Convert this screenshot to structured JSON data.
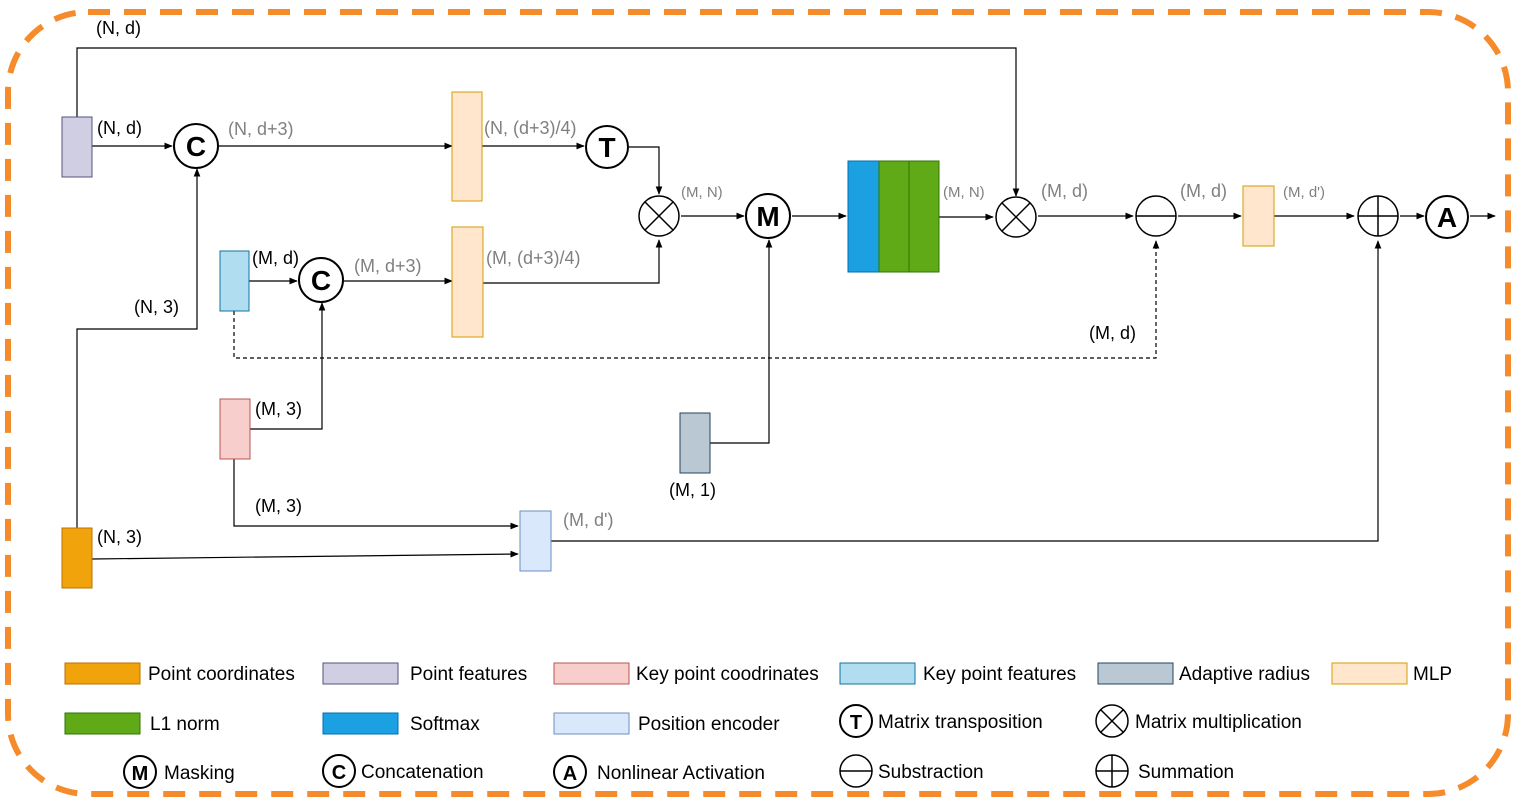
{
  "labels": {
    "nd_top": "(N, d)",
    "nd_in": "(N, d)",
    "nd3": "(N, d+3)",
    "nd34": "(N, (d+3)/4)",
    "md_in": "(M, d)",
    "md3": "(M, d+3)",
    "md34": "(M, (d+3)/4)",
    "mn1": "(M, N)",
    "mn2": "(M, N)",
    "md_a": "(M, d)",
    "md_b": "(M, d)",
    "mdp_a": "(M, d')",
    "md_dash": "(M, d)",
    "n3_a": "(N, 3)",
    "m3_a": "(M, 3)",
    "m3_b": "(M, 3)",
    "m1": "(M, 1)",
    "n3_b": "(N, 3)",
    "mdp_b": "(M, d')"
  },
  "ops": {
    "concat": "C",
    "transpose": "T",
    "mask": "M",
    "activation": "A"
  },
  "colors": {
    "point_coordinates": "#f0a30a",
    "point_features": "#d0cee2",
    "key_point_coordinates": "#f8cecc",
    "key_point_features": "#b1ddf0",
    "adaptive_radius": "#bac8d3",
    "mlp": "#ffe6cc",
    "l1_norm": "#60a917",
    "softmax": "#1ba1e2",
    "position_encoder": "#dae8fc",
    "border": "#f58b2a"
  },
  "legend": {
    "point_coordinates": "Point coordinates",
    "point_features": "Point features",
    "key_point_coordinates": "Key point coodrinates",
    "key_point_features": "Key point features",
    "adaptive_radius": "Adaptive radius",
    "mlp": "MLP",
    "l1_norm": "L1 norm",
    "softmax": "Softmax",
    "position_encoder": "Position encoder",
    "matrix_transposition": "Matrix transposition",
    "matrix_multiplication": "Matrix multiplication",
    "masking": "Masking",
    "concatenation": "Concatenation",
    "nonlinear_activation": "Nonlinear Activation",
    "substraction": "Substraction",
    "summation": "Summation"
  }
}
